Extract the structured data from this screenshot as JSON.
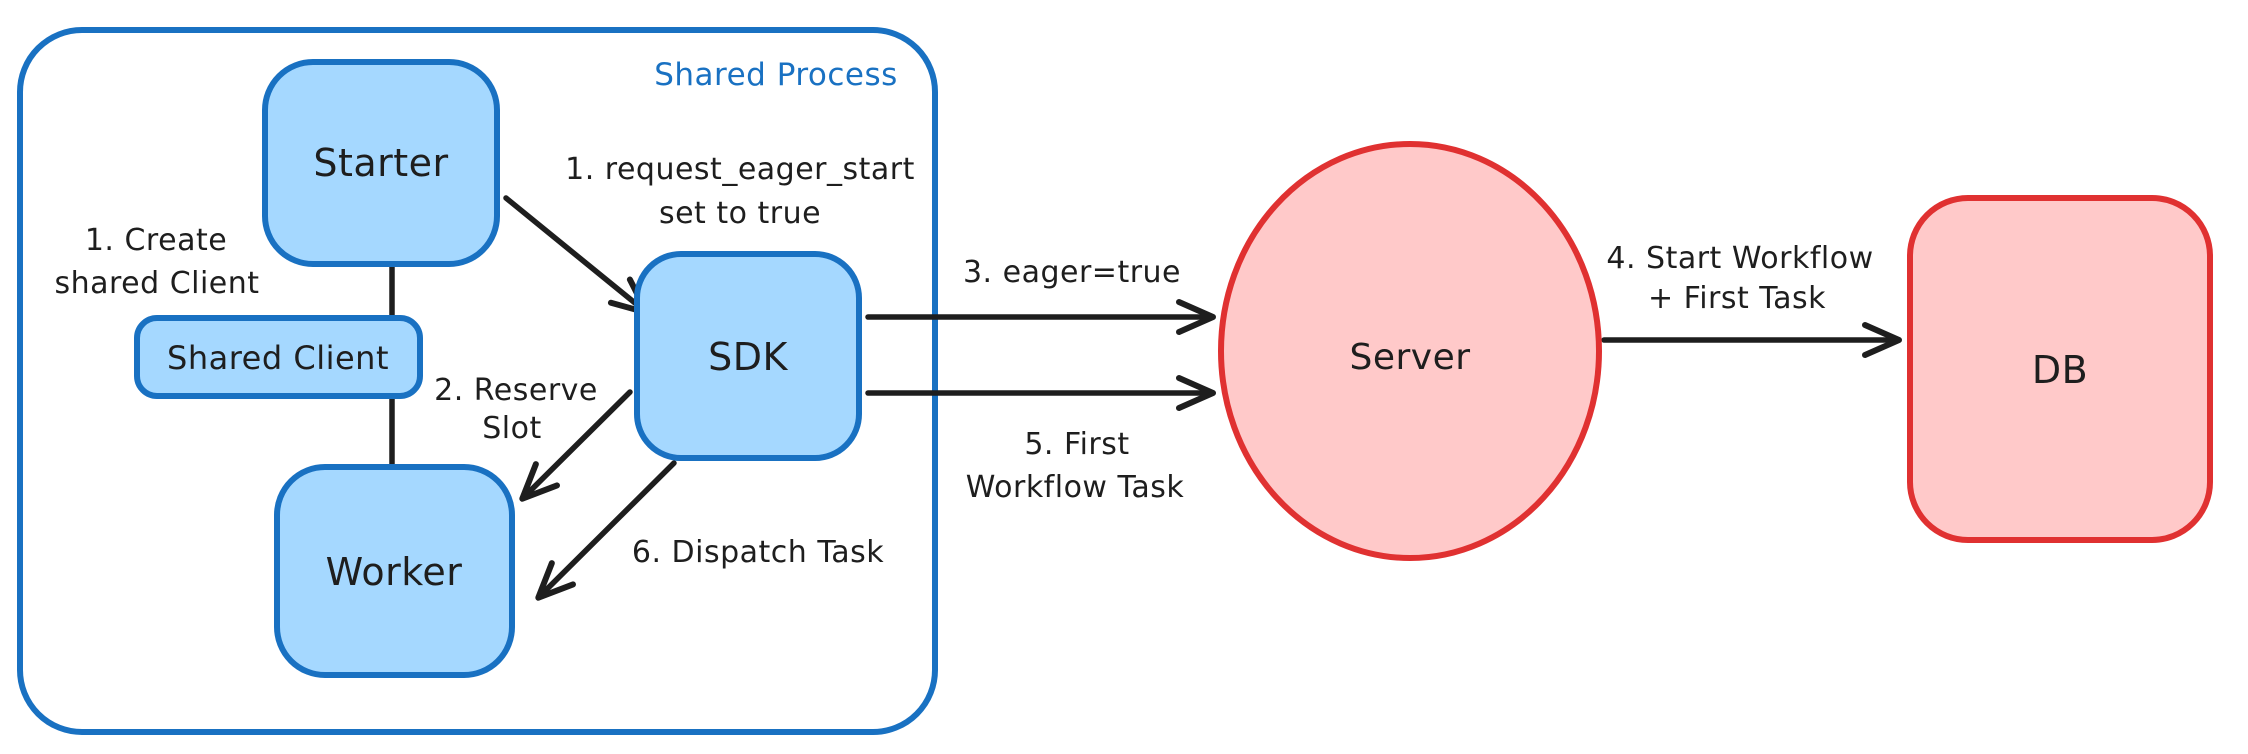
{
  "diagram": {
    "title": "Shared Process",
    "nodes": {
      "starter": {
        "label": "Starter"
      },
      "shared_client": {
        "label": "Shared Client"
      },
      "worker": {
        "label": "Worker"
      },
      "sdk": {
        "label": "SDK"
      },
      "server": {
        "label": "Server"
      },
      "db": {
        "label": "DB"
      }
    },
    "annotations": {
      "create_client": {
        "lines": [
          "1. Create",
          "shared Client"
        ]
      },
      "request_eager_start": {
        "lines": [
          "1. request_eager_start",
          "set to true"
        ]
      },
      "reserve_slot": {
        "lines": [
          "2. Reserve",
          "Slot"
        ]
      },
      "eager_true": {
        "lines": [
          "3. eager=true"
        ]
      },
      "start_workflow": {
        "lines": [
          "4. Start Workflow",
          "+ First Task"
        ]
      },
      "first_workflow_task": {
        "lines": [
          "5. First",
          "Workflow Task"
        ]
      },
      "dispatch_task": {
        "lines": [
          "6. Dispatch Task"
        ]
      }
    },
    "colors": {
      "blue_stroke": "#1971c2",
      "blue_fill": "#a5d8ff",
      "red_stroke": "#e03131",
      "red_fill": "#ffc9c9",
      "ink": "#1e1e1e",
      "background": "#ffffff"
    }
  }
}
